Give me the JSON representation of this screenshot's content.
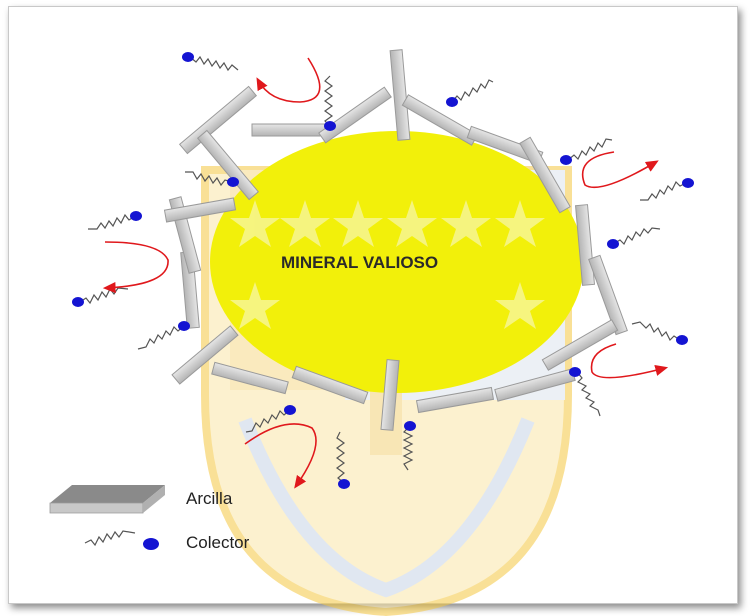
{
  "diagram": {
    "center_label": "MINERAL VALIOSO",
    "legend": {
      "clay_label": "Arcilla",
      "collector_label": "Colector"
    }
  },
  "colors": {
    "mineral_fill": "#f2f00a",
    "clay_fill": "#cfcfcf",
    "collector_head": "#1414d2",
    "arrow": "#e0181c",
    "watermark_yellow": "#f5c842",
    "watermark_blue": "#c8d4e6"
  }
}
